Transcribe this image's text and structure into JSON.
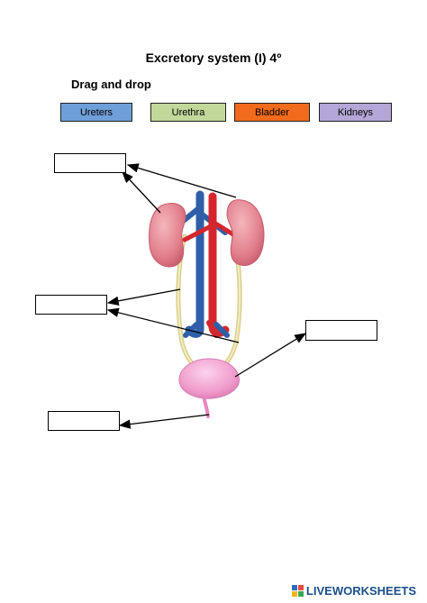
{
  "header": {
    "title": "Excretory system (I) 4º",
    "subtitle": "Drag and drop"
  },
  "word_bank": [
    {
      "label": "Ureters",
      "color": "#6f9fd8"
    },
    {
      "label": "Urethra",
      "color": "#c2d89a"
    },
    {
      "label": "Bladder",
      "color": "#f26a1b"
    },
    {
      "label": "Kidneys",
      "color": "#b4a6d6"
    }
  ],
  "drop_zones": [
    {
      "answer": ""
    },
    {
      "answer": ""
    },
    {
      "answer": ""
    },
    {
      "answer": ""
    }
  ],
  "footer": {
    "brand": "LIVEWORKSHEETS"
  }
}
